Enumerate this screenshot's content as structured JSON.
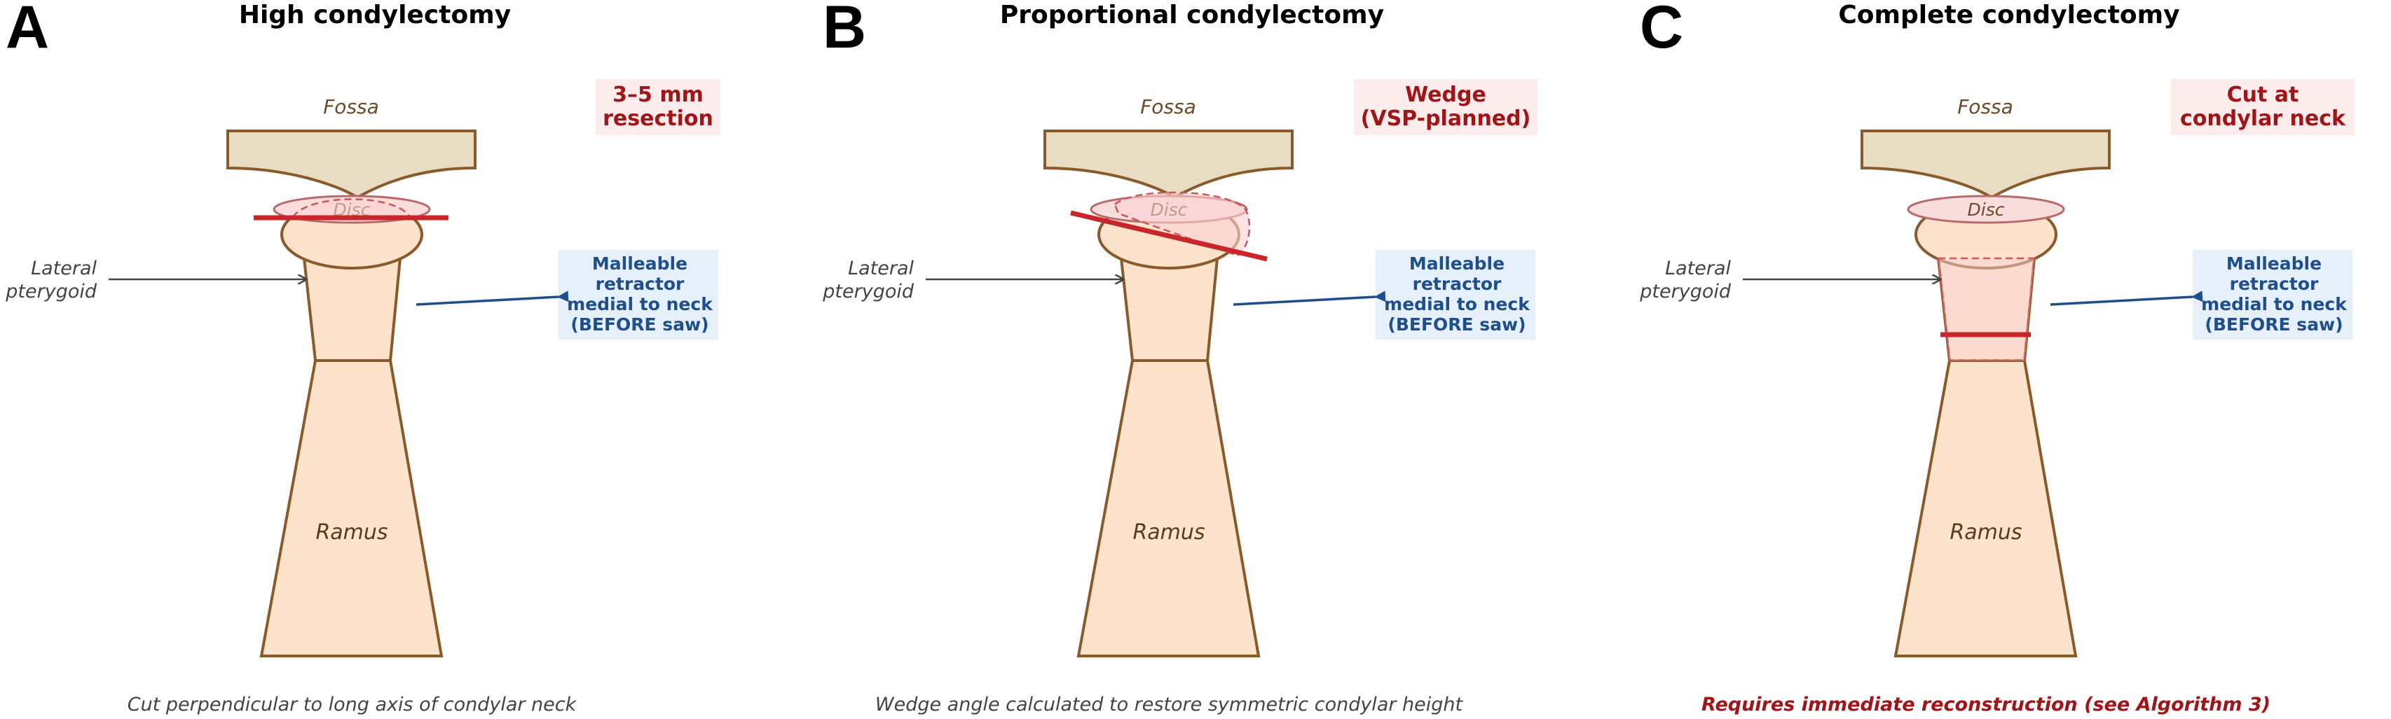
{
  "panels": [
    {
      "letter": "A",
      "title": "High condylectomy",
      "fossa": "Fossa",
      "disc": "Disc",
      "ramus": "Ramus",
      "lateral": [
        "Lateral",
        "pterygoid"
      ],
      "retractor": [
        "Malleable",
        "retractor",
        "medial to neck",
        "(BEFORE saw)"
      ],
      "cut_label": [
        "3–5 mm",
        "resection"
      ],
      "caption": "Cut perpendicular to long axis of condylar neck",
      "cut_type": "high"
    },
    {
      "letter": "B",
      "title": "Proportional condylectomy",
      "fossa": "Fossa",
      "disc": "Disc",
      "ramus": "Ramus",
      "lateral": [
        "Lateral",
        "pterygoid"
      ],
      "retractor": [
        "Malleable",
        "retractor",
        "medial to neck",
        "(BEFORE saw)"
      ],
      "cut_label": [
        "Wedge",
        "(VSP-planned)"
      ],
      "caption": "Wedge angle calculated to restore symmetric condylar height",
      "cut_type": "proportional"
    },
    {
      "letter": "C",
      "title": "Complete condylectomy",
      "fossa": "Fossa",
      "disc": "Disc",
      "ramus": "Ramus",
      "lateral": [
        "Lateral",
        "pterygoid"
      ],
      "retractor": [
        "Malleable",
        "retractor",
        "medial to neck",
        "(BEFORE saw)"
      ],
      "cut_label": [
        "Cut at",
        "condylar neck"
      ],
      "caption": "Requires immediate reconstruction (see Algorithm 3)",
      "cut_type": "complete"
    }
  ],
  "colors": {
    "bone": "#fde3cc",
    "bone_stroke": "#8a5a2b",
    "fossa": "#e8dcc2",
    "disc": "#f9dddd",
    "disc_stroke": "#b86a6a",
    "cut": "#c8262b",
    "retractor_box": "#e6f0fb",
    "retractor_arrow": "#1f4e8c",
    "cut_label_box": "#fdecec",
    "caption_red": "#a11418"
  }
}
